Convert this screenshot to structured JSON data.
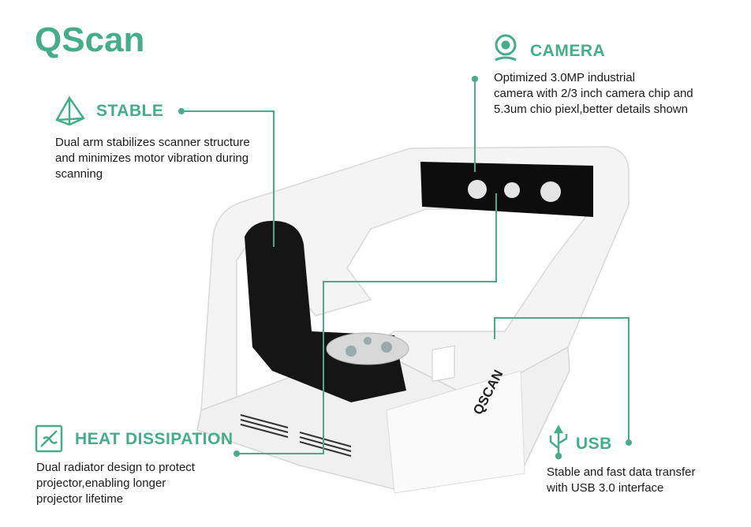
{
  "brand_title": "QScan",
  "features": {
    "stable": {
      "heading": "STABLE",
      "description": [
        "Dual arm stabilizes scanner structure",
        "and minimizes motor vibration during",
        "scanning"
      ]
    },
    "camera": {
      "heading": "CAMERA",
      "description": [
        "Optimized 3.0MP industrial",
        "camera with 2/3 inch camera chip and",
        "5.3um chio piexl,better details shown"
      ]
    },
    "heat": {
      "heading": "HEAT DISSIPATION",
      "description": [
        "Dual radiator design to protect",
        "projector,enabling longer",
        "projector lifetime"
      ]
    },
    "usb": {
      "heading": "USB",
      "description": [
        "Stable and fast data transfer",
        "with USB 3.0 interface"
      ]
    }
  },
  "product_label": "QSCAN",
  "colors": {
    "accent": "#45ad8a"
  }
}
